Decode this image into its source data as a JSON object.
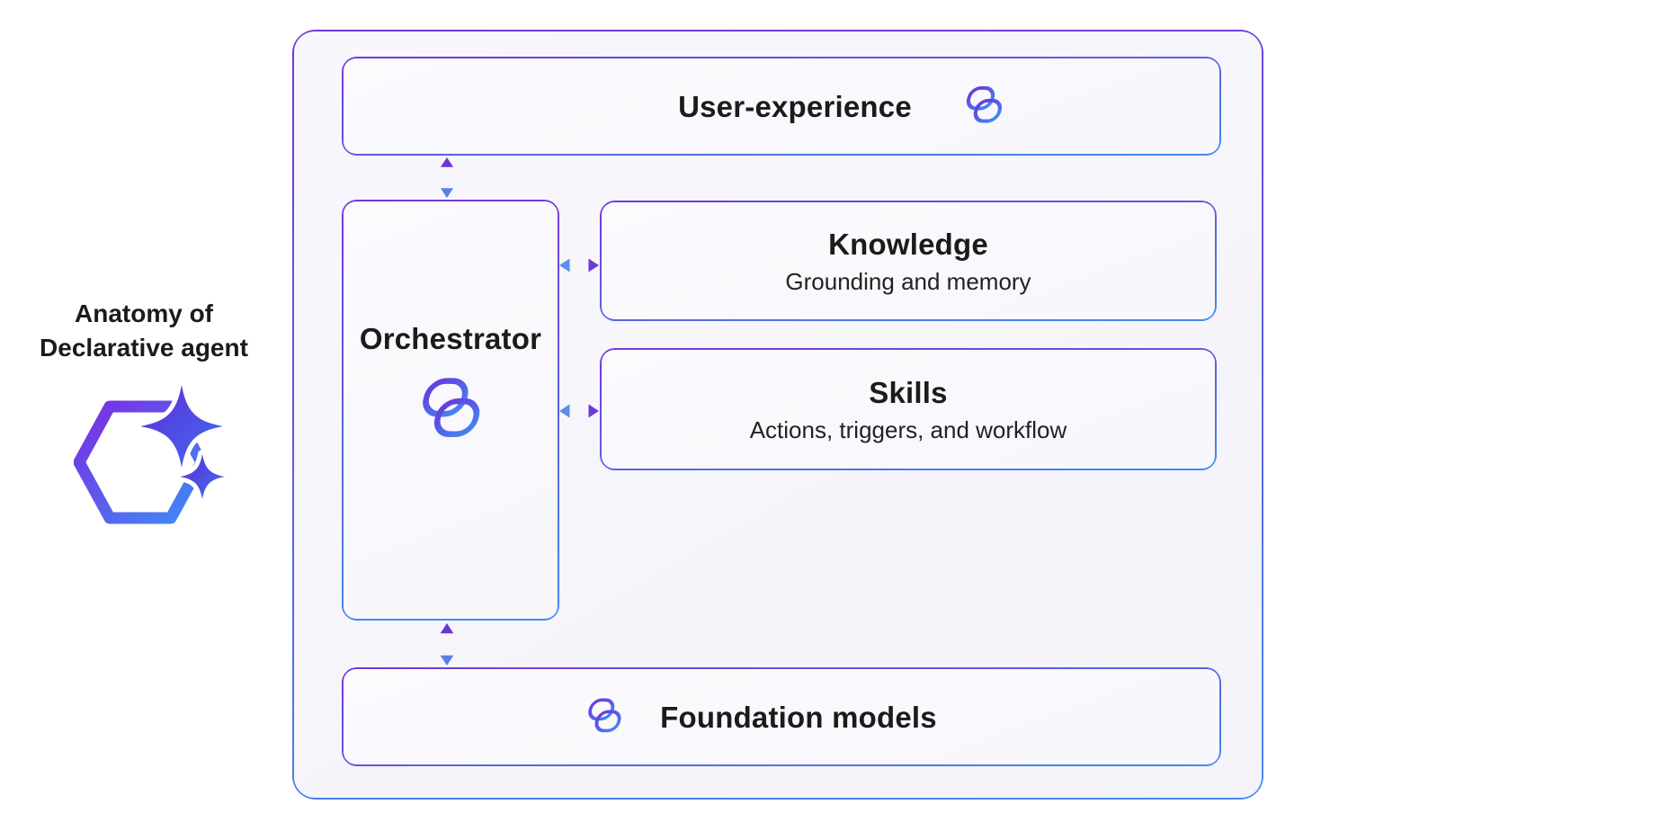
{
  "label": {
    "line1": "Anatomy of",
    "line2": "Declarative agent"
  },
  "boxes": {
    "user_experience": {
      "title": "User-experience"
    },
    "orchestrator": {
      "title": "Orchestrator"
    },
    "knowledge": {
      "title": "Knowledge",
      "subtitle": "Grounding and memory"
    },
    "skills": {
      "title": "Skills",
      "subtitle": "Actions, triggers, and workflow"
    },
    "foundation_models": {
      "title": "Foundation models"
    }
  },
  "icons": {
    "copilot": "copilot-logo",
    "agent": "declarative-agent-hexagon-with-sparkles",
    "vertical_arrow": "bidirectional-vertical-arrow",
    "horizontal_arrow": "bidirectional-horizontal-arrow"
  },
  "colors": {
    "accent_purple": "#7A35DD",
    "accent_blue": "#4287F5",
    "text": "#1B1B1B",
    "container_background": "#F5F4FA",
    "box_background": "#FAFAFD"
  }
}
